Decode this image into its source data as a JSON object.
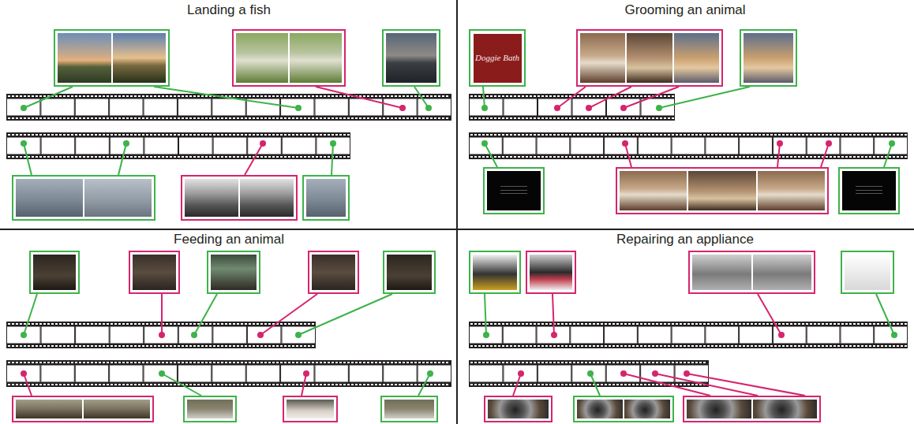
{
  "diagram": {
    "nodes": [
      {
        "text": [
          "Doggie Bath"
        ]
      }
    ],
    "labels": [
      "Landing a fish",
      "Grooming an animal",
      "Feeding an animal",
      "Repairing an appliance"
    ]
  }
}
